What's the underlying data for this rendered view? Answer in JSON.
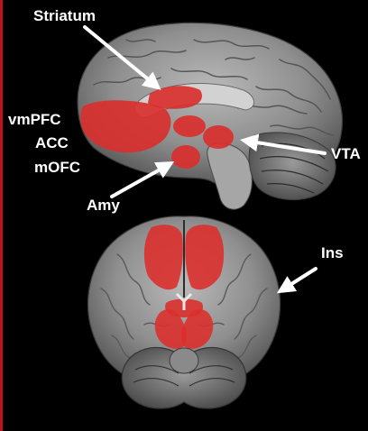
{
  "labels": {
    "striatum": "Striatum",
    "vmpfc": "vmPFC",
    "acc": "ACC",
    "mofc": "mOFC",
    "amy": "Amy",
    "vta": "VTA",
    "ins": "Ins"
  },
  "colors": {
    "background": "#000000",
    "highlight": "#d9302e",
    "label": "#ffffff",
    "frame_edge": "#c0141c"
  },
  "icons": {
    "pointer": "arrow-icon"
  }
}
